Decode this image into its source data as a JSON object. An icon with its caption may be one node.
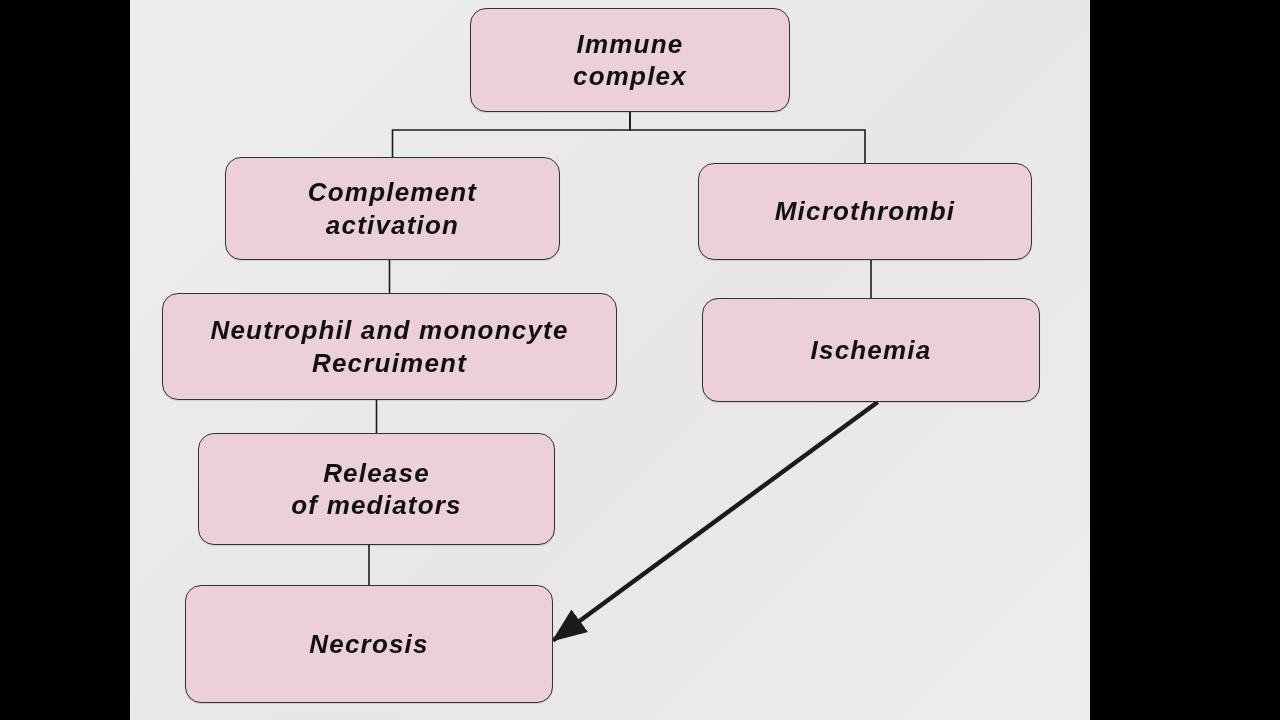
{
  "diagram": {
    "nodes": [
      {
        "text": [
          "Immune complex"
        ]
      },
      {
        "text": [
          "Complement activation"
        ]
      },
      {
        "text": [
          "Microthrombi"
        ]
      },
      {
        "text": [
          "Neutrophil and mononcyte Recruiment"
        ]
      },
      {
        "text": [
          "Ischemia"
        ]
      },
      {
        "text": [
          "Release of mediators"
        ]
      },
      {
        "text": [
          "Necrosis"
        ]
      }
    ],
    "edges": [
      {
        "from": 0,
        "to": 1,
        "arrow": "none"
      },
      {
        "from": 0,
        "to": 2,
        "arrow": "none"
      },
      {
        "from": 1,
        "to": 3,
        "arrow": "none"
      },
      {
        "from": 2,
        "to": 4,
        "arrow": "none"
      },
      {
        "from": 3,
        "to": 5,
        "arrow": "none"
      },
      {
        "from": 5,
        "to": 6,
        "arrow": "none"
      },
      {
        "from": 4,
        "to": 6,
        "arrow": "to",
        "style": "thick"
      }
    ]
  }
}
